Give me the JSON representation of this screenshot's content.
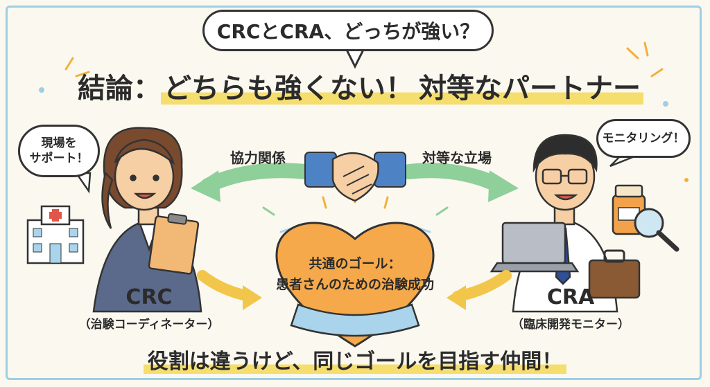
{
  "top_bubble": "CRCとCRA、どっちが強い？",
  "headline": {
    "part1": "結論：",
    "part2": "どちらも強くない！",
    "part3": "対等なパートナー"
  },
  "left_bubble": "現場を\nサポート！",
  "right_bubble": "モニタリング！",
  "arrow_left_label": "協力関係",
  "arrow_right_label": "対等な立場",
  "goal_text": "共通のゴール：\n患者さんのための治験成功",
  "crc": {
    "name": "CRC",
    "desc": "（治験コーディネーター）"
  },
  "cra": {
    "name": "CRA",
    "desc": "（臨床開発モニター）"
  },
  "footer": "役割は違うけど、同じゴールを目指す仲間！",
  "colors": {
    "frame": "#9dcfe6",
    "highlight": "#f6de6e",
    "heart": "#f6a94a",
    "arrow_green": "#8fcf9a",
    "arrow_yellow": "#f2c64a",
    "ribbon": "#a9d4ec"
  },
  "icons": [
    "hospital-icon",
    "handshake-icon",
    "clipboard-icon",
    "laptop-icon",
    "medicine-bottle-icon",
    "magnifier-icon",
    "briefcase-icon",
    "heart-icon",
    "ribbon-icon"
  ]
}
